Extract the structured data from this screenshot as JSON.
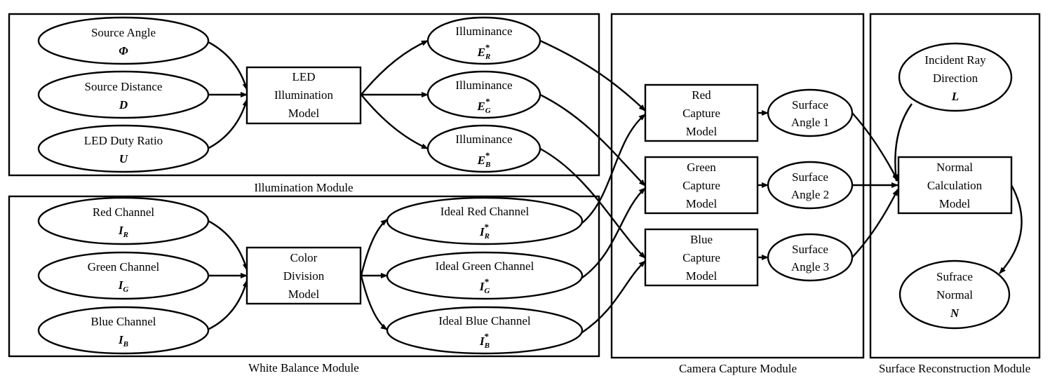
{
  "modules": {
    "illumination": "Illumination Module",
    "white_balance": "White Balance Module",
    "camera_capture": "Camera Capture Module",
    "surface_reconstruction": "Surface Reconstruction Module"
  },
  "illumination_inputs": {
    "source_angle": {
      "label": "Source Angle",
      "symbol": "Φ"
    },
    "source_distance": {
      "label": "Source Distance",
      "symbol": "D"
    },
    "led_duty_ratio": {
      "label": "LED Duty Ratio",
      "symbol": "U"
    }
  },
  "led_model": {
    "lines": [
      "LED",
      "Illumination",
      "Model"
    ]
  },
  "illuminance": {
    "label": "Illuminance",
    "symbol": "E",
    "star": "*",
    "subs": [
      "R",
      "G",
      "B"
    ]
  },
  "white_balance_inputs": {
    "red": {
      "label": "Red Channel",
      "symbol": "I",
      "sub": "R"
    },
    "green": {
      "label": "Green Channel",
      "symbol": "I",
      "sub": "G"
    },
    "blue": {
      "label": "Blue Channel",
      "symbol": "I",
      "sub": "B"
    }
  },
  "color_model": {
    "lines": [
      "Color",
      "Division",
      "Model"
    ]
  },
  "ideal_channels": {
    "red": {
      "label": "Ideal Red Channel",
      "symbol": "I",
      "sub": "R",
      "star": "*"
    },
    "green": {
      "label": "Ideal Green Channel",
      "symbol": "I",
      "sub": "G",
      "star": "*"
    },
    "blue": {
      "label": "Ideal Blue Channel",
      "symbol": "I",
      "sub": "B",
      "star": "*"
    }
  },
  "capture_models": {
    "red": [
      "Red",
      "Capture",
      "Model"
    ],
    "green": [
      "Green",
      "Capture",
      "Model"
    ],
    "blue": [
      "Blue",
      "Capture",
      "Model"
    ]
  },
  "surface_angles": {
    "a1": [
      "Surface",
      "Angle 1"
    ],
    "a2": [
      "Surface",
      "Angle 2"
    ],
    "a3": [
      "Surface",
      "Angle 3"
    ]
  },
  "incident_ray": {
    "lines": [
      "Incident Ray",
      "Direction"
    ],
    "symbol": "L"
  },
  "normal_model": {
    "lines": [
      "Normal",
      "Calculation",
      "Model"
    ]
  },
  "surface_normal": {
    "lines": [
      "Sufrace",
      "Normal"
    ],
    "symbol": "N"
  }
}
